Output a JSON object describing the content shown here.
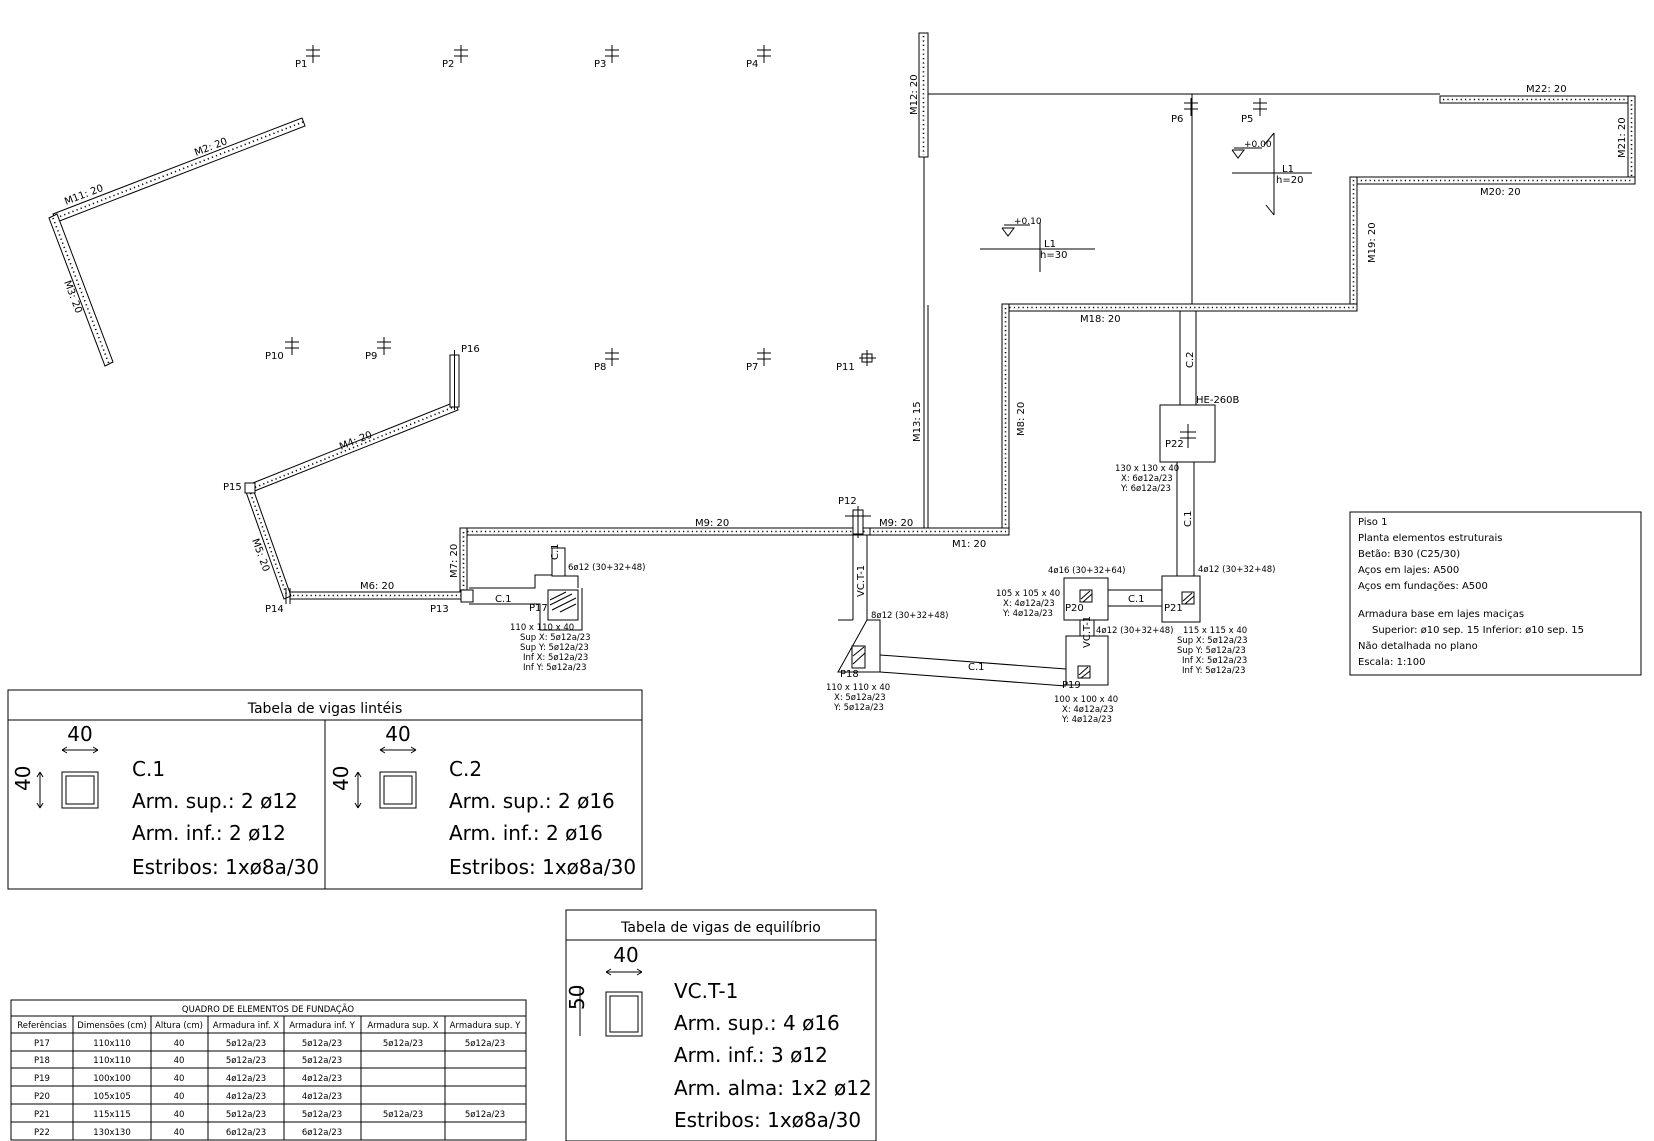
{
  "pillars": [
    {
      "label": "P1"
    },
    {
      "label": "P2"
    },
    {
      "label": "P3"
    },
    {
      "label": "P4"
    },
    {
      "label": "P5"
    },
    {
      "label": "P6"
    },
    {
      "label": "P7"
    },
    {
      "label": "P8"
    },
    {
      "label": "P9"
    },
    {
      "label": "P10"
    },
    {
      "label": "P11"
    },
    {
      "label": "P12"
    },
    {
      "label": "P13"
    },
    {
      "label": "P14"
    },
    {
      "label": "P15"
    },
    {
      "label": "P16"
    }
  ],
  "walls": {
    "m1": "M1: 20",
    "m2": "M2: 20",
    "m3": "M3: 20",
    "m4": "M4: 20",
    "m5": "M5: 20",
    "m6": "M6: 20",
    "m7": "M7: 20",
    "m8": "M8: 20",
    "m9a": "M9: 20",
    "m9b": "M9: 20",
    "m11": "M11: 20",
    "m12": "M12: 20",
    "m13": "M13: 15",
    "m18": "M18: 20",
    "m19": "M19: 20",
    "m20": "M20: 20",
    "m21": "M21: 20",
    "m22": "M22: 20"
  },
  "slabs": [
    {
      "name": "L1",
      "thickness": "h=30",
      "level": "+0.10"
    },
    {
      "name": "L1",
      "thickness": "h=20",
      "level": "+0.00"
    }
  ],
  "beams": {
    "c1": "C.1",
    "c2": "C.2",
    "vct1": "VC.T-1",
    "he": "HE-260B"
  },
  "foundations": {
    "p17": {
      "label": "P17",
      "rebar": "6ø12 (30+32+48)",
      "lines": [
        "110 x 110 x 40",
        "Sup X: 5ø12a/23",
        "Sup Y: 5ø12a/23",
        "Inf X: 5ø12a/23",
        "Inf Y: 5ø12a/23"
      ]
    },
    "p18": {
      "label": "P18",
      "rebar": "8ø12 (30+32+48)",
      "lines": [
        "110 x 110 x 40",
        "X: 5ø12a/23",
        "Y: 5ø12a/23"
      ]
    },
    "p19": {
      "label": "P19",
      "rebar": "4ø12 (30+32+48)",
      "lines": [
        "100 x 100 x 40",
        "X: 4ø12a/23",
        "Y: 4ø12a/23"
      ]
    },
    "p20": {
      "label": "P20",
      "rebar": "4ø16 (30+32+64)",
      "lines": [
        "105 x 105 x 40",
        "X: 4ø12a/23",
        "Y: 4ø12a/23"
      ]
    },
    "p21": {
      "label": "P21",
      "rebar": "4ø12 (30+32+48)",
      "lines": [
        "115 x 115 x 40",
        "Sup X: 5ø12a/23",
        "Sup Y: 5ø12a/23",
        "Inf X: 5ø12a/23",
        "Inf Y: 5ø12a/23"
      ]
    },
    "p22": {
      "label": "P22",
      "lines": [
        "130 x 130 x 40",
        "X: 6ø12a/23",
        "Y: 6ø12a/23"
      ]
    }
  },
  "notes": {
    "lines": [
      "Piso 1",
      "Planta elementos estruturais",
      "Betão: B30 (C25/30)",
      "Aços em lajes: A500",
      "Aços em fundações: A500",
      "",
      "Armadura base em lajes maciças",
      "Superior: ø10 sep. 15   Inferior: ø10 sep. 15",
      "Não detalhada no plano",
      "Escala: 1:100"
    ]
  },
  "lintel_table": {
    "title": "Tabela de vigas lintéis",
    "dim_w": "40",
    "dim_h": "40",
    "beams": [
      {
        "name": "C.1",
        "sup": "Arm. sup.: 2 ø12",
        "inf": "Arm. inf.: 2 ø12",
        "stirrups": "Estribos: 1xø8a/30"
      },
      {
        "name": "C.2",
        "sup": "Arm. sup.: 2 ø16",
        "inf": "Arm. inf.: 2 ø16",
        "stirrups": "Estribos: 1xø8a/30"
      }
    ]
  },
  "equilibrium_table": {
    "title": "Tabela de vigas de equilíbrio",
    "dim_w": "40",
    "dim_h": "50",
    "name": "VC.T-1",
    "sup": "Arm. sup.: 4 ø16",
    "inf": "Arm. inf.: 3 ø12",
    "web": "Arm. alma: 1x2 ø12",
    "stirrups": "Estribos: 1xø8a/30"
  },
  "foundation_table": {
    "title": "QUADRO DE ELEMENTOS DE FUNDAÇÃO",
    "headers": [
      "Referências",
      "Dimensões (cm)",
      "Altura (cm)",
      "Armadura inf. X",
      "Armadura inf. Y",
      "Armadura sup. X",
      "Armadura sup. Y"
    ],
    "rows": [
      [
        "P17",
        "110x110",
        "40",
        "5ø12a/23",
        "5ø12a/23",
        "5ø12a/23",
        "5ø12a/23"
      ],
      [
        "P18",
        "110x110",
        "40",
        "5ø12a/23",
        "5ø12a/23",
        "",
        ""
      ],
      [
        "P19",
        "100x100",
        "40",
        "4ø12a/23",
        "4ø12a/23",
        "",
        ""
      ],
      [
        "P20",
        "105x105",
        "40",
        "4ø12a/23",
        "4ø12a/23",
        "",
        ""
      ],
      [
        "P21",
        "115x115",
        "40",
        "5ø12a/23",
        "5ø12a/23",
        "5ø12a/23",
        "5ø12a/23"
      ],
      [
        "P22",
        "130x130",
        "40",
        "6ø12a/23",
        "6ø12a/23",
        "",
        ""
      ]
    ]
  }
}
